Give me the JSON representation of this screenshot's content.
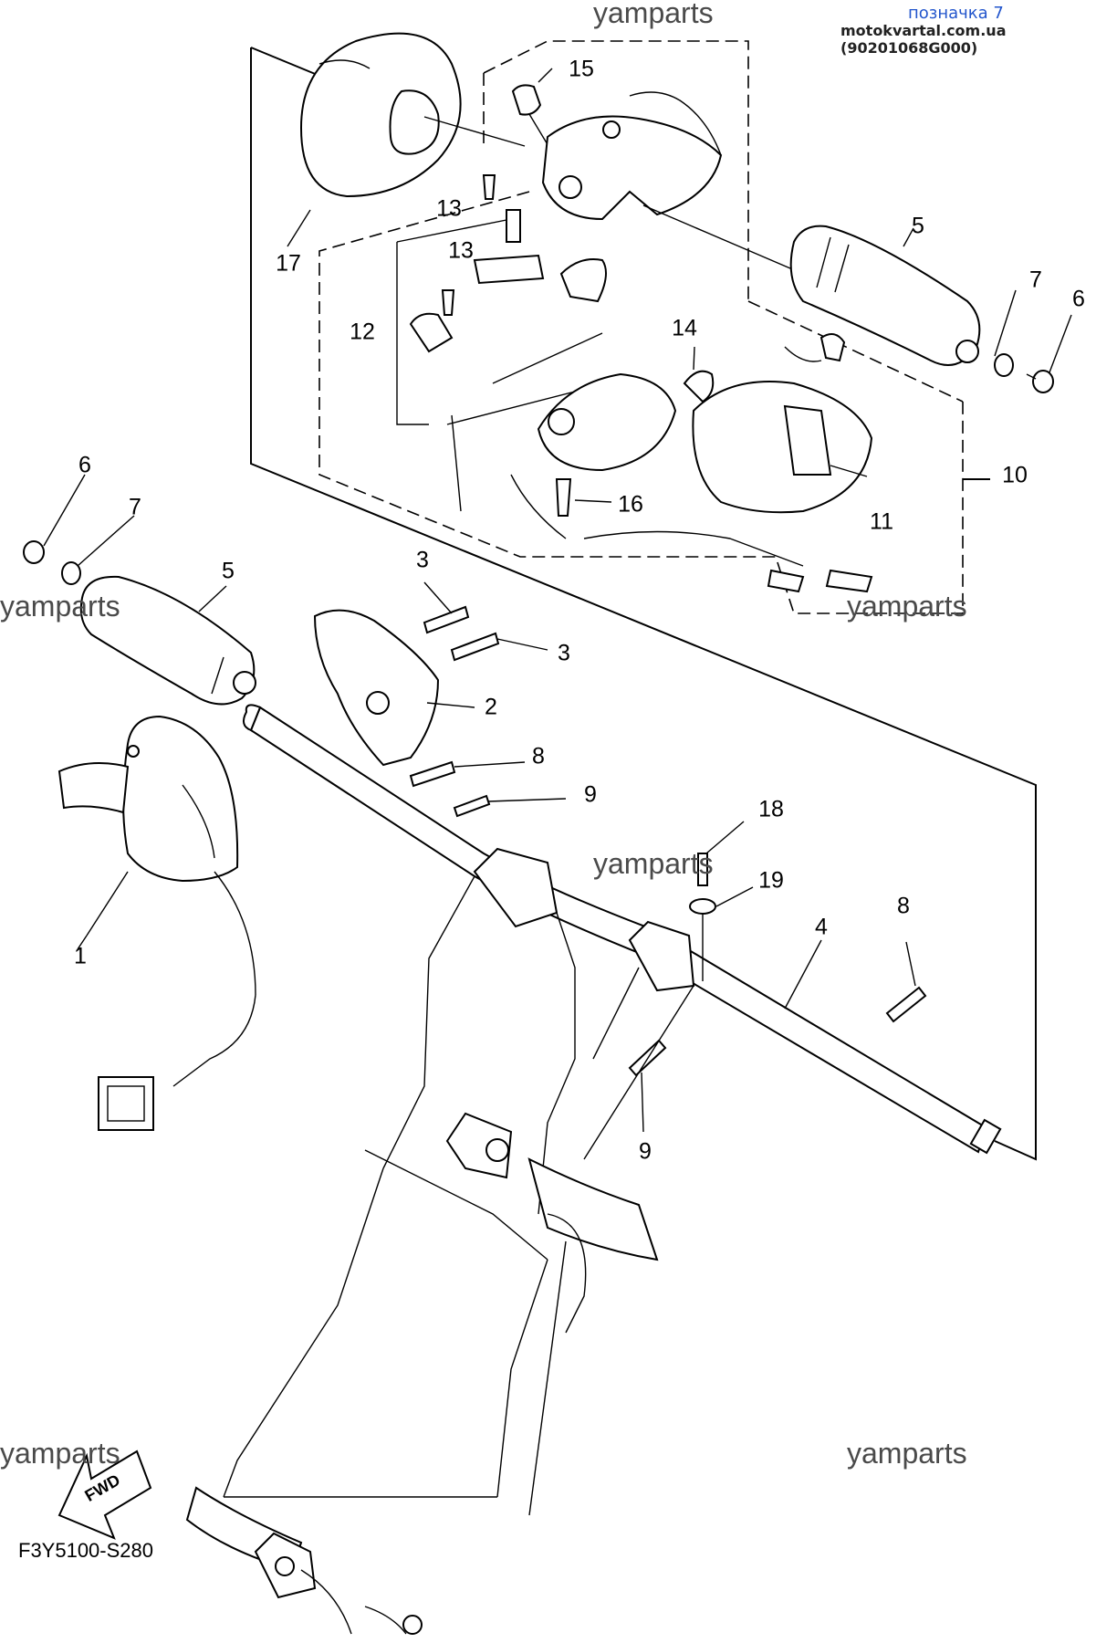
{
  "header": {
    "label": "позначка 7",
    "reference": "motokvartal.com.ua (90201068G000)"
  },
  "watermarks": [
    "yamparts",
    "yamparts",
    "yamparts",
    "yamparts",
    "yamparts",
    "yamparts"
  ],
  "callouts": {
    "c1": "1",
    "c2": "2",
    "c3a": "3",
    "c3b": "3",
    "c4": "4",
    "c5a": "5",
    "c5b": "5",
    "c6a": "6",
    "c6b": "6",
    "c7a": "7",
    "c7b": "7",
    "c8a": "8",
    "c8b": "8",
    "c9a": "9",
    "c9b": "9",
    "c10": "10",
    "c11": "11",
    "c12": "12",
    "c13a": "13",
    "c13b": "13",
    "c14": "14",
    "c15": "15",
    "c16": "16",
    "c17": "17",
    "c18": "18",
    "c19": "19"
  },
  "fwd_badge": "FWD",
  "drawing_code": "F3Y5100-S280"
}
